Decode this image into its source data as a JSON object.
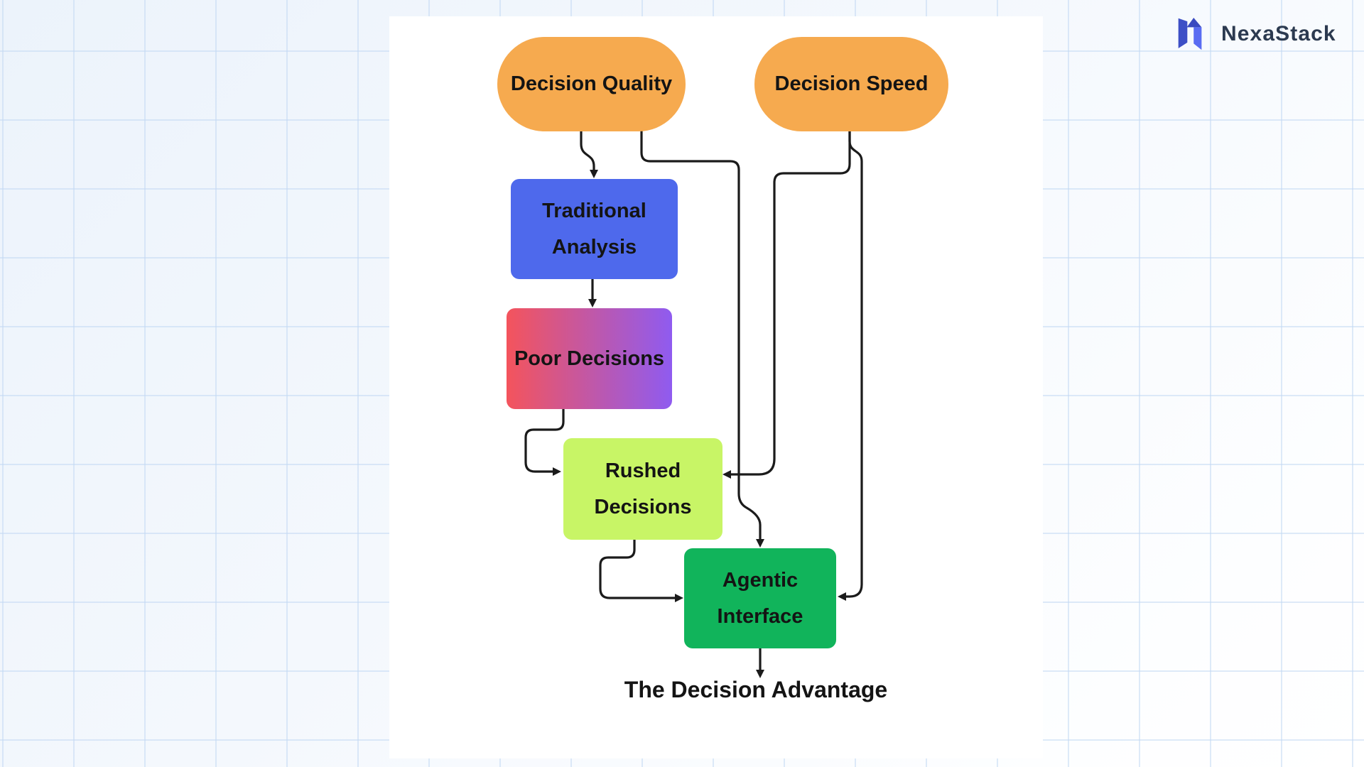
{
  "brand": {
    "name": "NexaStack",
    "logo_color_left": "#3D4FC6",
    "logo_color_peak": "#3A4AC0",
    "logo_color_right": "#5A6CF2",
    "text_color": "#2C3A50"
  },
  "diagram": {
    "canvas_color": "#ffffff",
    "line_color": "#1b1b1b",
    "caption": "The Decision Advantage",
    "nodes": [
      {
        "id": "decision-quality",
        "label": "Decision Quality",
        "shape": "stadium",
        "fill": "#F6AA4F"
      },
      {
        "id": "decision-speed",
        "label": "Decision Speed",
        "shape": "stadium",
        "fill": "#F6AA4F"
      },
      {
        "id": "traditional-analysis",
        "label": "Traditional Analysis",
        "shape": "rect",
        "fill": "#4E69EC"
      },
      {
        "id": "poor-decisions",
        "label": "Poor Decisions",
        "shape": "rect",
        "fill_gradient": [
          "#F4545C",
          "#8F5BF0"
        ]
      },
      {
        "id": "rushed-decisions",
        "label": "Rushed Decisions",
        "shape": "rect",
        "fill": "#C8F566"
      },
      {
        "id": "agentic-interface",
        "label": "Agentic Interface",
        "shape": "rect",
        "fill": "#11B45B"
      }
    ],
    "edges": [
      {
        "from": "Decision Quality",
        "to": "Traditional Analysis"
      },
      {
        "from": "Decision Quality",
        "to": "Agentic Interface"
      },
      {
        "from": "Decision Speed",
        "to": "Rushed Decisions"
      },
      {
        "from": "Decision Speed",
        "to": "Agentic Interface"
      },
      {
        "from": "Traditional Analysis",
        "to": "Poor Decisions"
      },
      {
        "from": "Poor Decisions",
        "to": "Rushed Decisions"
      },
      {
        "from": "Rushed Decisions",
        "to": "Agentic Interface"
      },
      {
        "from": "Agentic Interface",
        "to": "The Decision Advantage"
      }
    ]
  }
}
